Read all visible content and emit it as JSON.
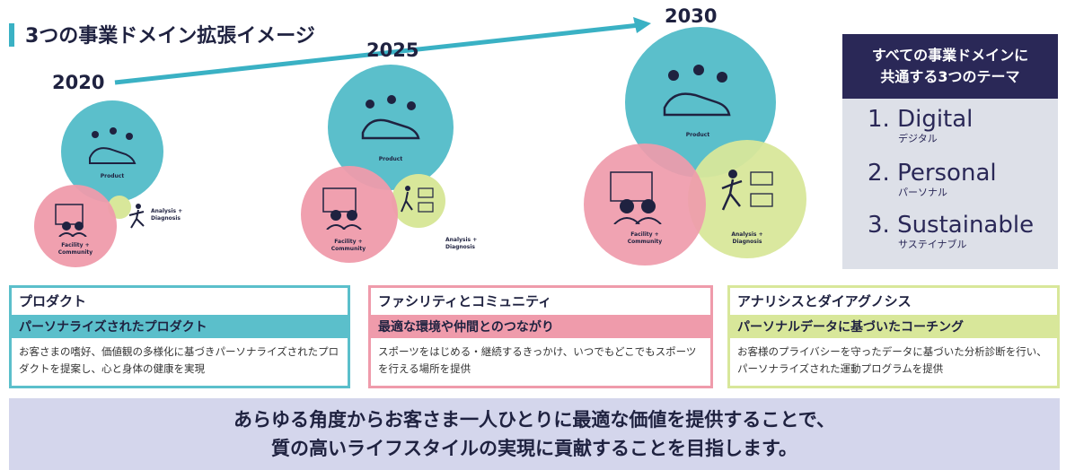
{
  "title": "3つの事業ドメイン拡張イメージ",
  "years": [
    "2020",
    "2025",
    "2030"
  ],
  "circle_labels": {
    "product": "Product",
    "facility": "Facility +\nCommunity",
    "analysis": "Analysis +\nDiagnosis"
  },
  "themes": {
    "heading_line1": "すべての事業ドメインに",
    "heading_line2": "共通する3つのテーマ",
    "items": [
      {
        "en": "1. Digital",
        "jp": "デジタル"
      },
      {
        "en": "2. Personal",
        "jp": "パーソナル"
      },
      {
        "en": "3. Sustainable",
        "jp": "サステイナブル"
      }
    ]
  },
  "cards": [
    {
      "title": "プロダクト",
      "subtitle": "パーソナライズされたプロダクト",
      "body": "お客さまの嗜好、価値観の多様化に基づきパーソナライズされたプロダクトを提案し、心と身体の健康を実現"
    },
    {
      "title": "ファシリティとコミュニティ",
      "subtitle": "最適な環境や仲間とのつながり",
      "body": "スポーツをはじめる・継続するきっかけ、いつでもどこでもスポーツを行える場所を提供"
    },
    {
      "title": "アナリシスとダイアグノシス",
      "subtitle": "パーソナルデータに基づいたコーチング",
      "body": "お客様のプライバシーを守ったデータに基づいた分析診断を行い、パーソナライズされた運動プログラムを提供"
    }
  ],
  "bottom": {
    "line1": "あらゆる角度からお客さま一人ひとりに最適な価値を提供することで、",
    "line2": "質の高いライフスタイルの実現に貢献することを目指します。"
  },
  "colors": {
    "product": "#5bbfcb",
    "facility": "#ef9bab",
    "analysis": "#d8e79a",
    "navy": "#2a2857",
    "accent": "#3ab1c4"
  }
}
